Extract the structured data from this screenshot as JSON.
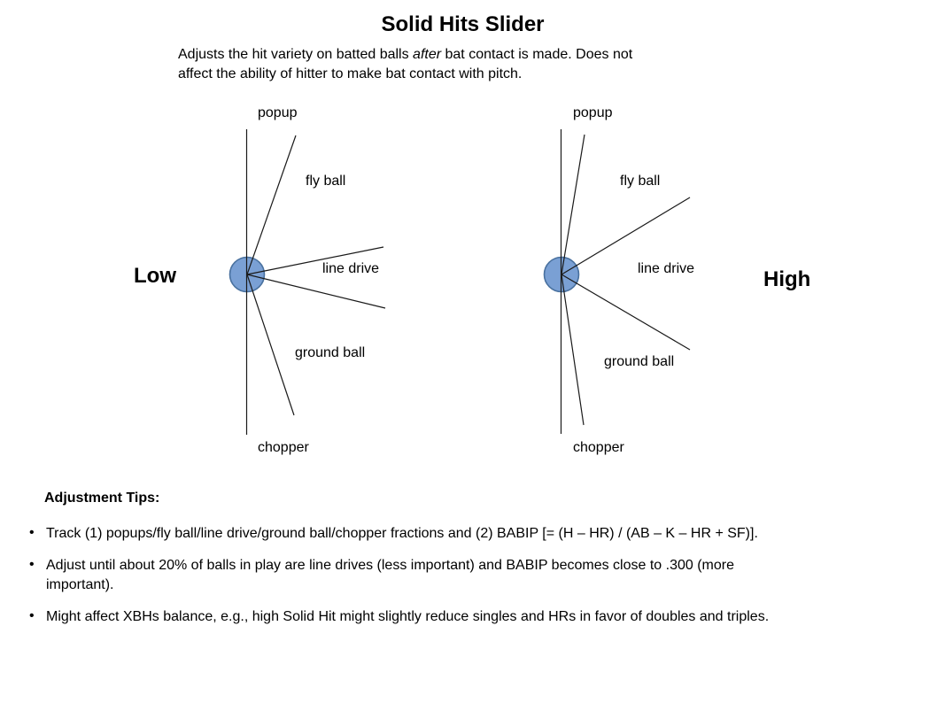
{
  "slide": {
    "title": "Solid Hits Slider",
    "description": {
      "line1_pre": "Adjusts the hit variety on batted balls ",
      "line1_italic": "after",
      "line1_post": " bat contact is made. Does not",
      "line2": "affect the ability of hitter to make bat contact with pitch."
    }
  },
  "diagram": {
    "low": {
      "side_label": "Low",
      "labels": {
        "popup": "popup",
        "fly_ball": "fly ball",
        "line_drive": "line drive",
        "ground_ball": "ground ball",
        "chopper": "chopper"
      }
    },
    "high": {
      "side_label": "High",
      "labels": {
        "popup": "popup",
        "fly_ball": "fly ball",
        "line_drive": "line drive",
        "ground_ball": "ground ball",
        "chopper": "chopper"
      }
    }
  },
  "tips": {
    "heading": "Adjustment Tips:",
    "bullet_glyph": "•",
    "bullets": [
      {
        "lines": [
          "Track (1) popups/fly ball/line drive/ground ball/chopper fractions and (2) BABIP [= (H – HR) / (AB – K – HR + SF)]."
        ]
      },
      {
        "lines": [
          "Adjust until about 20% of balls in play are line drives (less important) and BABIP becomes close to .300 (more",
          "important)."
        ]
      },
      {
        "lines": [
          "Might affect XBHs balance, e.g., high Solid Hit might slightly reduce singles and HRs in favor of doubles and triples."
        ]
      }
    ]
  },
  "colors": {
    "marker_fill": "#7AA0D4",
    "marker_stroke": "#49719F",
    "line": "#1a1a1a",
    "text": "#000000",
    "background": "#ffffff"
  }
}
